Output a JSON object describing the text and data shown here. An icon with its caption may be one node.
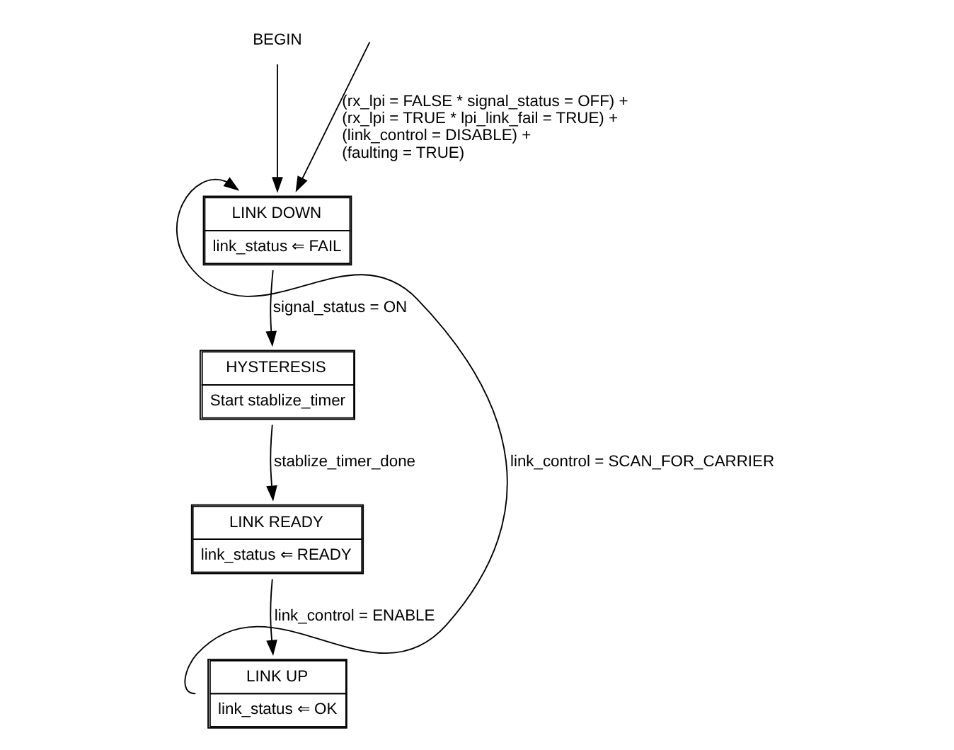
{
  "diagram": {
    "nodes": [
      {
        "text": [
          "BEGIN"
        ]
      },
      {
        "text": [
          "LINK DOWN",
          "link_status ⇐ FAIL"
        ]
      },
      {
        "text": [
          "HYSTERESIS",
          "Start stablize_timer"
        ]
      },
      {
        "text": [
          "LINK READY",
          "link_status ⇐ READY"
        ]
      },
      {
        "text": [
          "LINK UP",
          "link_status ⇐ OK"
        ]
      }
    ],
    "edges": [
      {
        "from": 0,
        "to": 1,
        "arrow": "to"
      },
      {
        "from": null,
        "to": 1,
        "arrow": "to",
        "label": "(rx_lpi = FALSE * signal_status = OFF) + (rx_lpi = TRUE * lpi_link_fail = TRUE) + (link_control = DISABLE) + (faulting = TRUE)"
      },
      {
        "from": 1,
        "to": 2,
        "arrow": "to",
        "label": "signal_status = ON"
      },
      {
        "from": 2,
        "to": 3,
        "arrow": "to",
        "label": "stablize_timer_done"
      },
      {
        "from": 3,
        "to": 4,
        "arrow": "to",
        "label": "link_control = ENABLE"
      },
      {
        "from": 4,
        "to": 1,
        "arrow": "to",
        "label": "link_control = SCAN_FOR_CARRIER"
      }
    ]
  }
}
